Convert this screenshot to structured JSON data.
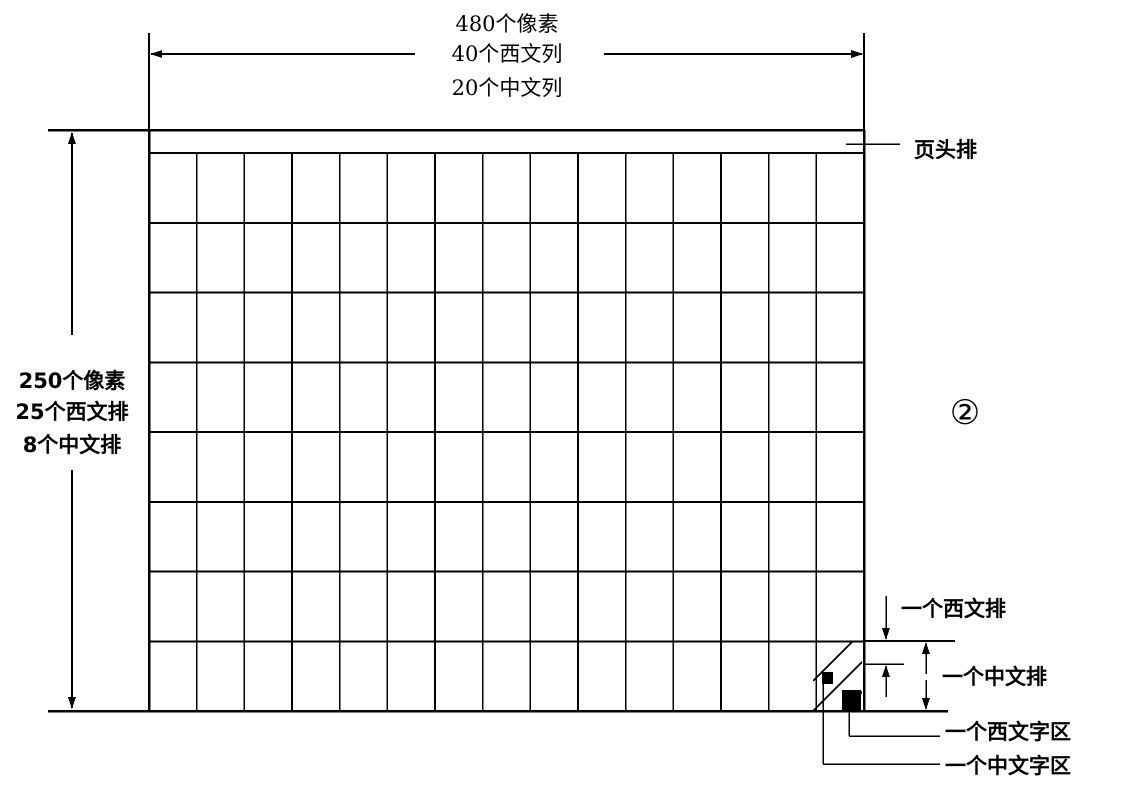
{
  "width_label": {
    "pixels": "480个像素",
    "western_cols": "40个西文列",
    "chinese_cols": "20个中文列"
  },
  "height_label": {
    "pixels": "250个像素",
    "western_rows": "25个西文排",
    "chinese_rows": "8个中文排"
  },
  "header_row_label": "页头排",
  "figure_marker": "②",
  "callouts": {
    "one_western_row": "一个西文排",
    "one_chinese_row": "一个中文排",
    "one_western_cell": "一个西文字区",
    "one_chinese_cell": "一个中文字区"
  },
  "grid": {
    "columns": 15,
    "rows": 8,
    "has_header_row": true
  },
  "colors": {
    "line": "#000000",
    "background": "#ffffff"
  }
}
